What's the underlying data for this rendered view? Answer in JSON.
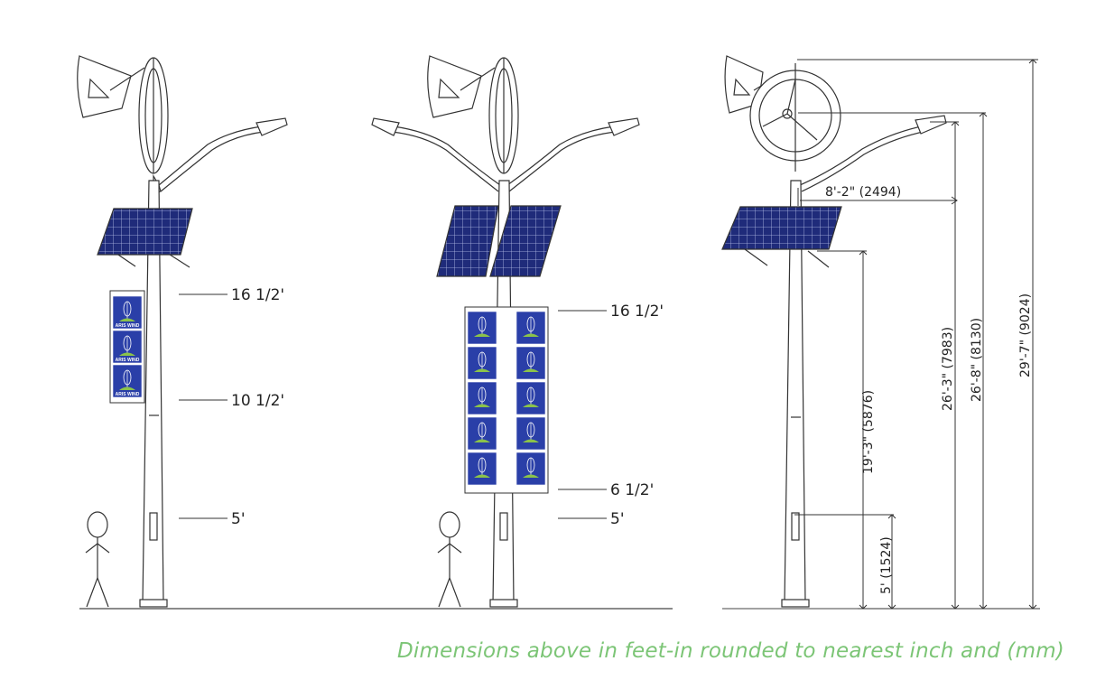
{
  "labels": {
    "p1_top": "16 1/2'",
    "p1_bottom": "10 1/2'",
    "p1_door": "5'",
    "p2_top": "16 1/2'",
    "p2_bottom": "6 1/2'",
    "p2_door": "5'",
    "p3_arm": "8'-2\" (2494)",
    "p3_panel": "19'-3\" (5876)",
    "p3_door": "5' (1524)",
    "p3_lamp": "26'-3\" (7983)",
    "p3_hub": "26'-8\" (8130)",
    "p3_top": "29'-7\" (9024)",
    "banner_text": "ARIS WIND"
  },
  "caption": "Dimensions above in feet-in rounded to nearest inch and (mm)",
  "colors": {
    "caption": "#7cc576",
    "solar_panel": "#1f2b7a",
    "banner": "#2a3fa8",
    "line": "#333333"
  }
}
